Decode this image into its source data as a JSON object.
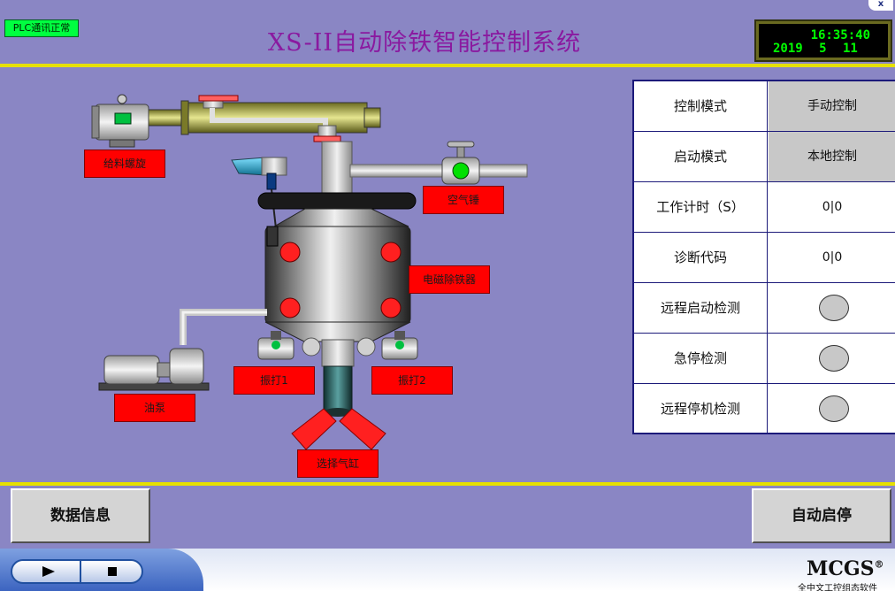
{
  "header": {
    "plc_status": "PLC通讯正常",
    "title": "XS-II自动除铁智能控制系统",
    "clock_time": "16:35:40",
    "clock_date": "2019 5 11",
    "close_glyph": "x"
  },
  "process": {
    "labels": {
      "feeder_screw": "给料螺旋",
      "air_valve": "空气锤",
      "magnetic_separator": "电磁除铁器",
      "rapper_1": "振打1",
      "rapper_2": "振打2",
      "oil_pump": "油泵",
      "selector_cylinder": "选择气缸"
    },
    "colors": {
      "label_bg": "#ff0000",
      "magnet_coil": "#ff2020",
      "valve_indicator": "#00e000"
    }
  },
  "status_table": {
    "rows": [
      {
        "label": "控制模式",
        "value": "手动控制"
      },
      {
        "label": "启动模式",
        "value": "本地控制"
      },
      {
        "label": "工作计时（S）",
        "value": "0|0"
      },
      {
        "label": "诊断代码",
        "value": "0|0"
      },
      {
        "label": "远程启动检测",
        "value": ""
      },
      {
        "label": "急停检测",
        "value": ""
      },
      {
        "label": "远程停机检测",
        "value": ""
      }
    ]
  },
  "buttons": {
    "data_info": "数据信息",
    "auto_start_stop": "自动启停"
  },
  "taskbar": {
    "logo": "MCGS",
    "logo_mark": "®",
    "logo_sub": "全中文工控组态软件"
  },
  "icons": {
    "play": "play-icon",
    "stop": "stop-icon",
    "indicator": "status-indicator-icon"
  }
}
